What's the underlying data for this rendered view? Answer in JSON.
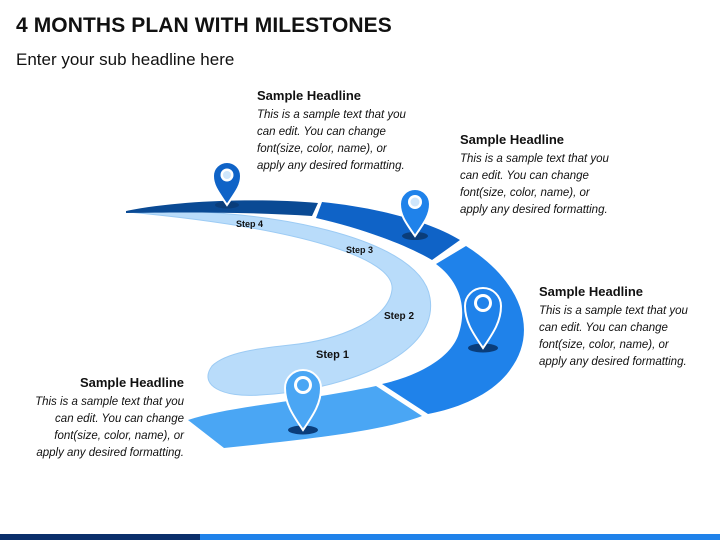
{
  "header": {
    "title": "4 MONTHS PLAN WITH MILESTONES",
    "subtitle": "Enter your sub headline here"
  },
  "steps": [
    {
      "label": "Step 1"
    },
    {
      "label": "Step 2"
    },
    {
      "label": "Step 3"
    },
    {
      "label": "Step 4"
    }
  ],
  "milestones": [
    {
      "headline": "Sample Headline",
      "text": "This is a sample text that you can edit. You can change font(size, color, name), or apply any desired formatting."
    },
    {
      "headline": "Sample Headline",
      "text": "This is a sample text that you can edit. You can change font(size, color, name), or apply any desired formatting."
    },
    {
      "headline": "Sample Headline",
      "text": "This is a sample text that you can edit. You can change font(size, color, name), or apply any desired formatting."
    },
    {
      "headline": "Sample Headline",
      "text": "This is a sample text that you can edit. You can change font(size, color, name), or apply any desired formatting."
    }
  ],
  "colors": {
    "segment_1": "#4aa6f4",
    "segment_2": "#1f82ea",
    "segment_3": "#0f63c7",
    "segment_4": "#0a4a94",
    "ribbon": "#b9dcfa",
    "ribbon_edge": "#9ccbf4",
    "footer_a": "#0b2f6b",
    "footer_b": "#1f82ea"
  }
}
